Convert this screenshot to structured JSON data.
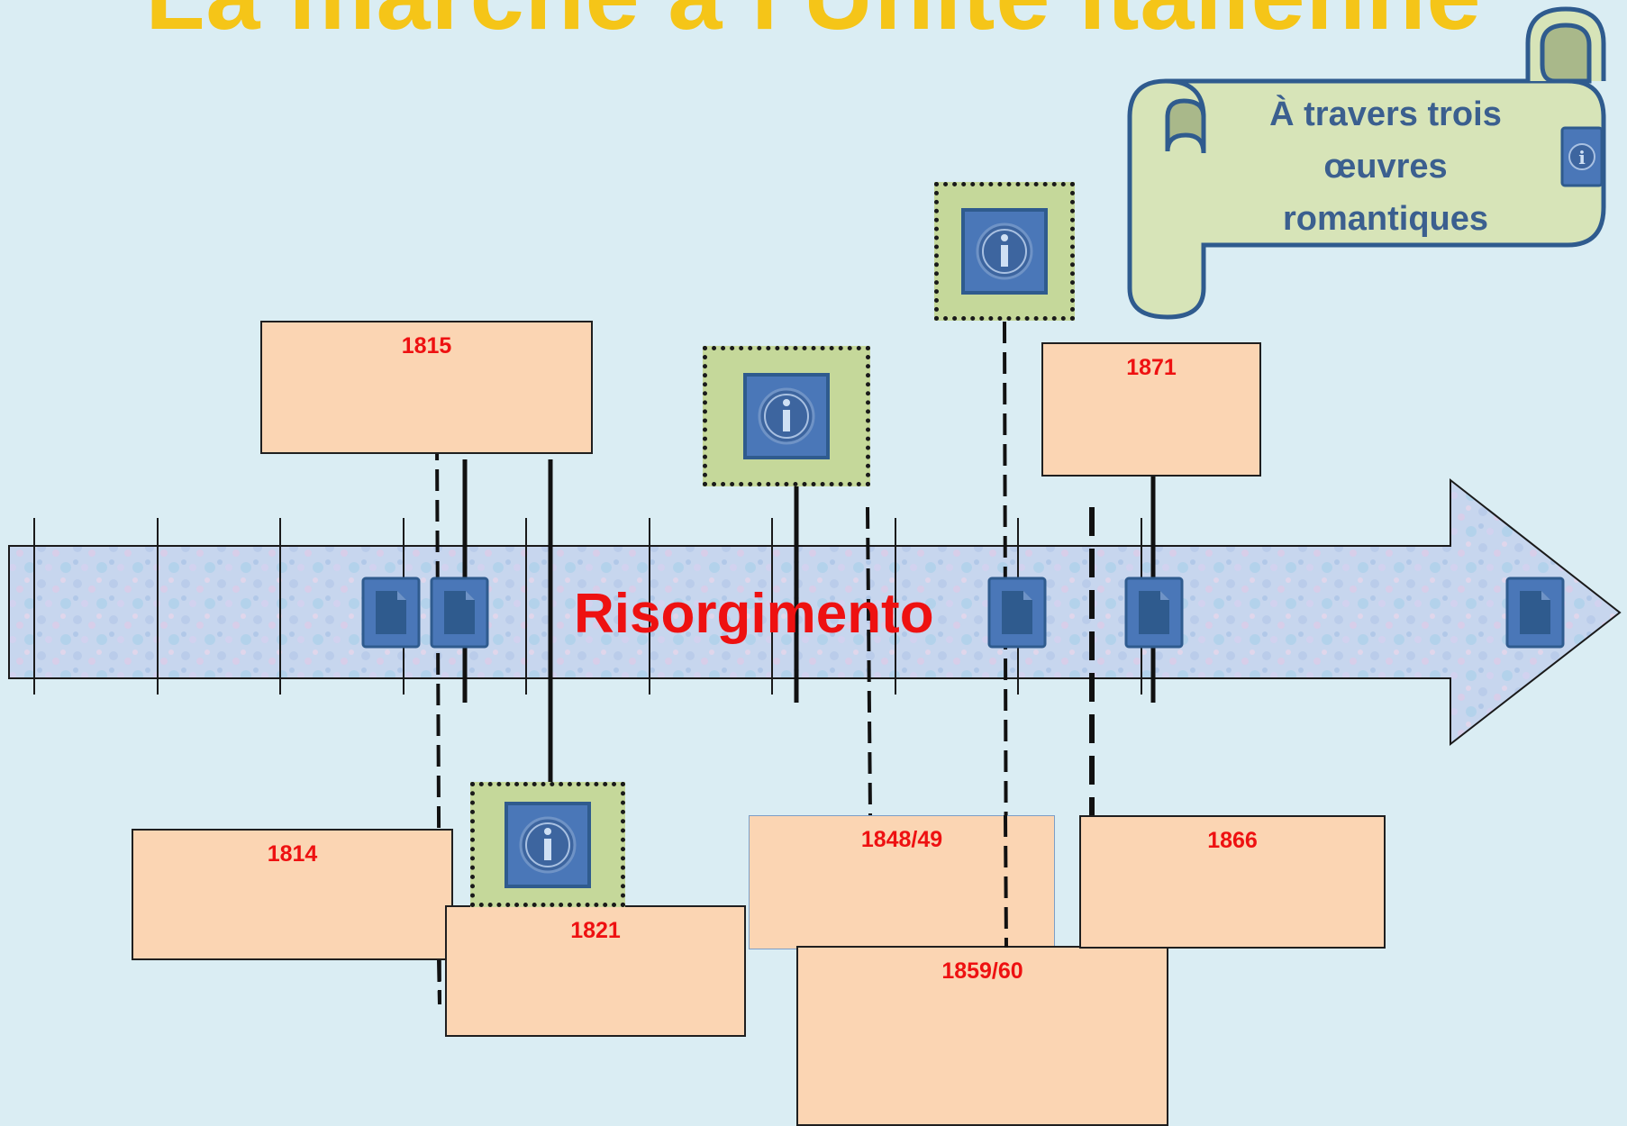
{
  "title": "La marche à l'Unité italienne",
  "timeline": {
    "label": "Risorgimento"
  },
  "dates": {
    "d1814": "1814",
    "d1815": "1815",
    "d1821": "1821",
    "d1848": "1848/49",
    "d1859": "1859/60",
    "d1866": "1866",
    "d1871": "1871"
  },
  "scroll": {
    "text": "À travers trois œuvres romantiques"
  },
  "colors": {
    "background": "#daedf3",
    "title": "#f5c518",
    "date_box": "#fbd5b3",
    "date_text": "#ee1111",
    "info_frame": "#c5d89a",
    "icon_blue": "#4a77b8",
    "scroll_fill": "#d7e4b8",
    "scroll_text": "#3b5f8f"
  },
  "icons": {
    "info": "info-icon",
    "document": "document-icon"
  }
}
